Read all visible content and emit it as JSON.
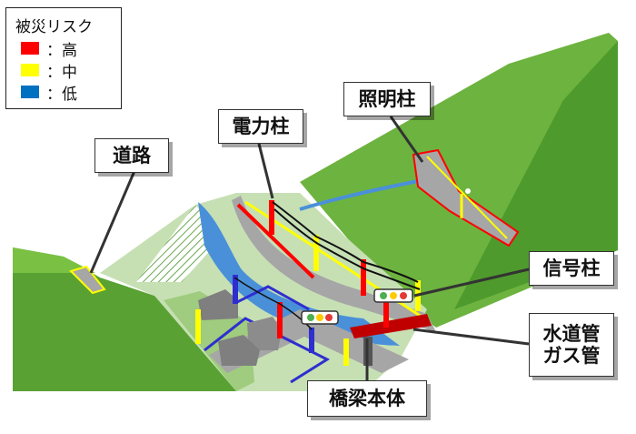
{
  "legend": {
    "title": "被災リスク",
    "items": [
      {
        "label": "：高",
        "color": "#ff0000"
      },
      {
        "label": "：中",
        "color": "#ffff00"
      },
      {
        "label": "：低",
        "color": "#0070c0"
      }
    ]
  },
  "callouts": {
    "road": "道路",
    "power_pole": "電力柱",
    "street_light": "照明柱",
    "signal_pole": "信号柱",
    "water_gas_line1": "水道管",
    "water_gas_line2": "ガス管",
    "bridge": "橋梁本体"
  },
  "colors": {
    "hill_light": "#7ac143",
    "hill_dark": "#5a9e2f",
    "valley_floor": "#c6e0b4",
    "river": "#4a90d9",
    "road": "#a6a6a6"
  }
}
